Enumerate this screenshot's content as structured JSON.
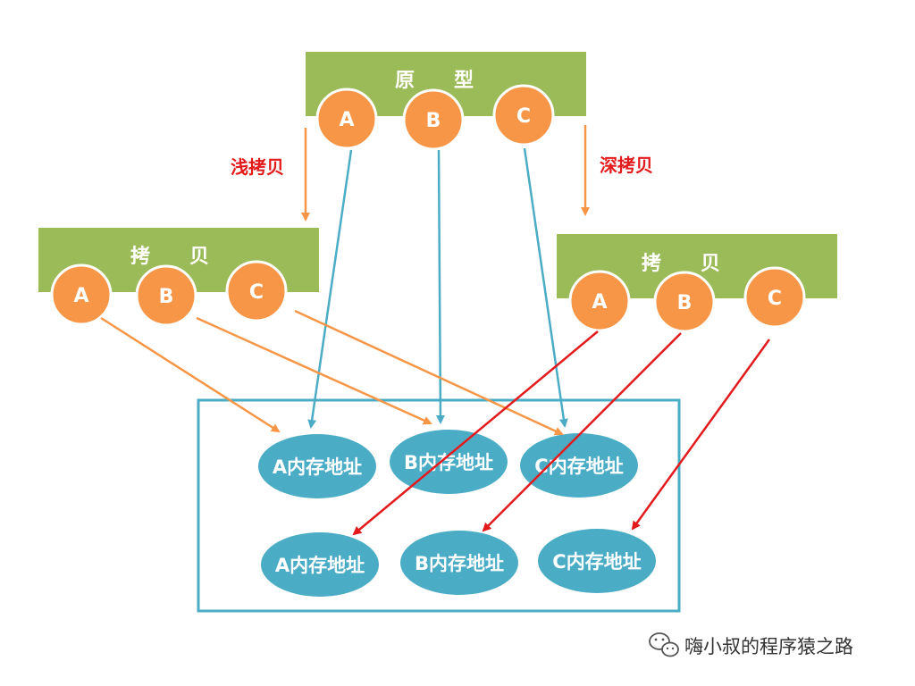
{
  "prototype": {
    "title": "原　　型",
    "props": [
      "A",
      "B",
      "C"
    ]
  },
  "shallow_copy": {
    "title": "拷　　贝",
    "props": [
      "A",
      "B",
      "C"
    ],
    "arrow_label": "浅拷贝"
  },
  "deep_copy": {
    "title": "拷　　贝",
    "props": [
      "A",
      "B",
      "C"
    ],
    "arrow_label": "深拷贝"
  },
  "memory": {
    "row1": [
      "A内存地址",
      "B内存地址",
      "C内存地址"
    ],
    "row2": [
      "A内存地址",
      "B内存地址",
      "C内存地址"
    ]
  },
  "colors": {
    "box_green": "#9bbb59",
    "property_orange": "#f79646",
    "memory_teal": "#4bacc6",
    "deep_arrow_red": "#e31a1c"
  },
  "watermark": {
    "icon": "wechat-icon",
    "text": "嗨小叔的程序猿之路"
  }
}
